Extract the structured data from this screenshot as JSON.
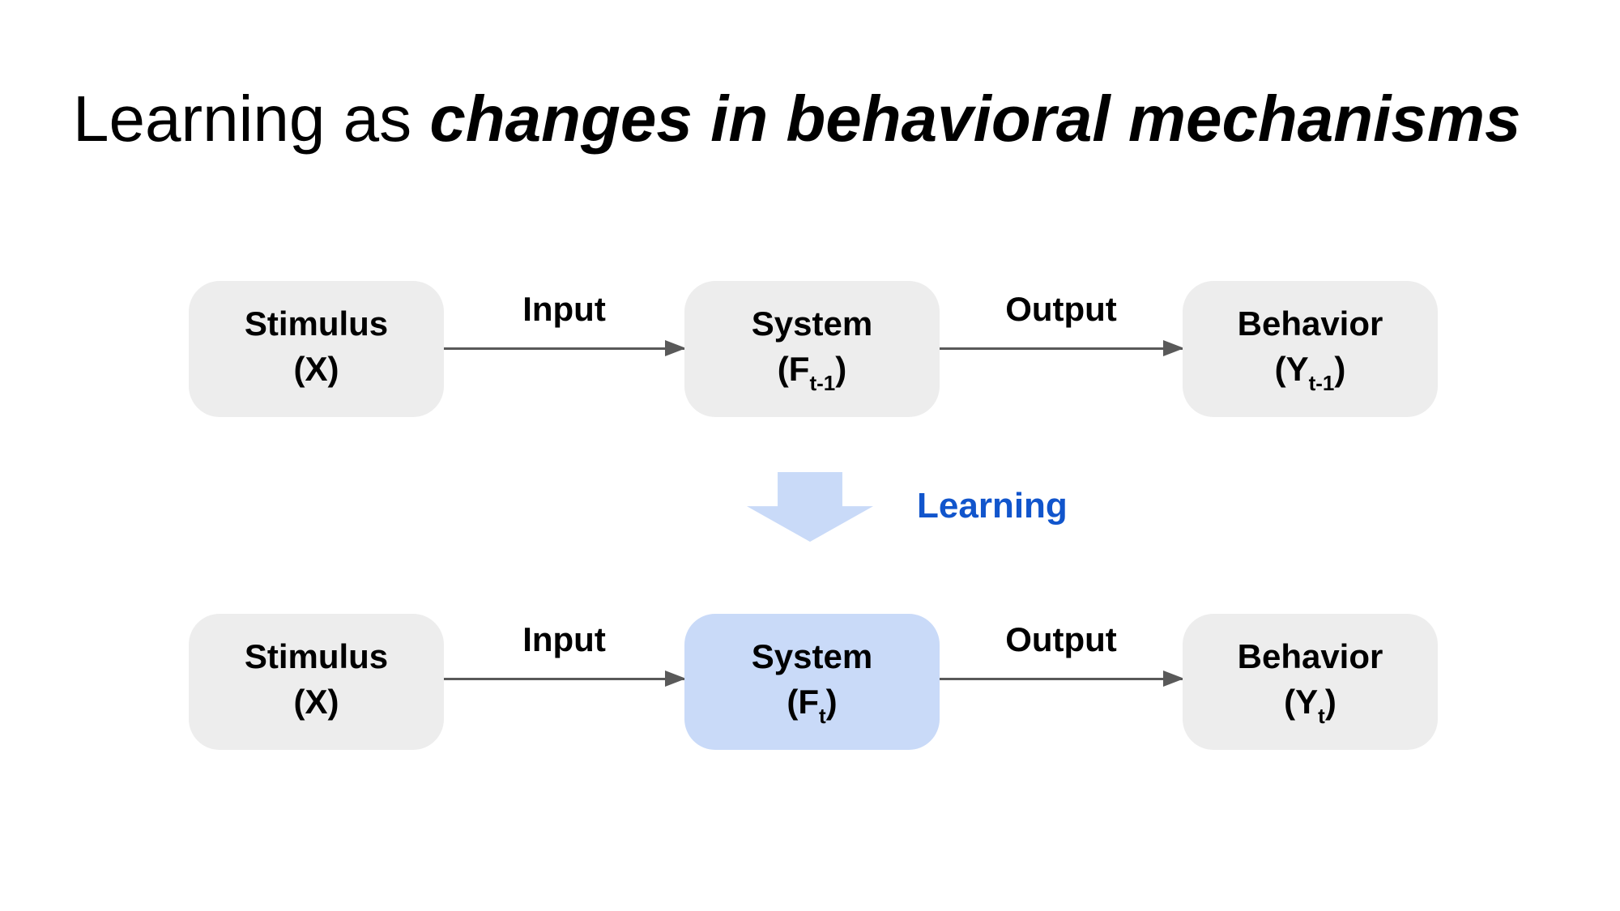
{
  "slide": {
    "title": {
      "prefix": "Learning as ",
      "emphasis": "changes in behavioral mechanisms"
    }
  },
  "colors": {
    "box_gray": "#ededed",
    "box_blue": "#c9daf8",
    "arrow_gray": "#595959",
    "learning_blue": "#1155cc",
    "block_arrow_blue": "#c9daf8",
    "text_black": "#000000"
  },
  "diagram": {
    "row_before": {
      "stimulus": {
        "line1": "Stimulus",
        "l2pre": "(X",
        "sub": "",
        "l2post": ")"
      },
      "input_label": "Input",
      "system": {
        "line1": "System",
        "l2pre": "(F",
        "sub": "t-1",
        "l2post": ")"
      },
      "output_label": "Output",
      "behavior": {
        "line1": "Behavior",
        "l2pre": "(Y",
        "sub": "t-1",
        "l2post": ")"
      }
    },
    "learning_label": "Learning",
    "row_after": {
      "stimulus": {
        "line1": "Stimulus",
        "l2pre": "(X",
        "sub": "",
        "l2post": ")"
      },
      "input_label": "Input",
      "system": {
        "line1": "System",
        "l2pre": "(F",
        "sub": "t",
        "l2post": ")"
      },
      "output_label": "Output",
      "behavior": {
        "line1": "Behavior",
        "l2pre": "(Y",
        "sub": "t",
        "l2post": ")"
      }
    }
  }
}
